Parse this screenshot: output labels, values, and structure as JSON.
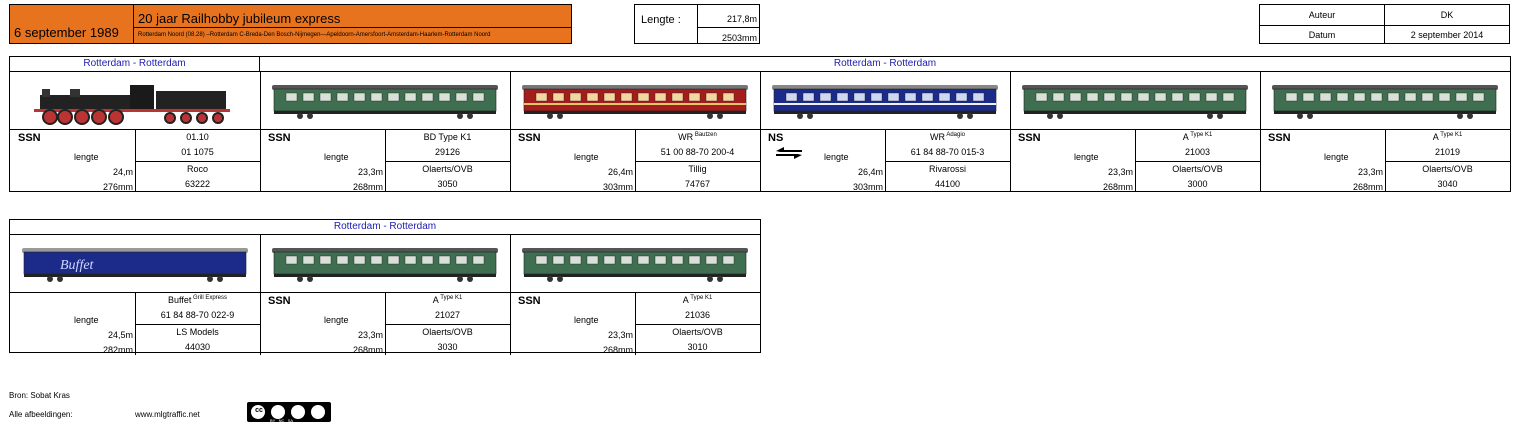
{
  "header": {
    "date": "6 september 1989",
    "title": "20 jaar Railhobby jubileum express",
    "route": "Rotterdam Noord (08.28) –Rotterdam C-Breda-Den Bosch-Nijmegen—Apeldoorn-Amersfoort-Amsterdam-Haarlem-Rotterdam Noord"
  },
  "length": {
    "label": "Lengte :",
    "real": "217,8m",
    "model": "2503mm"
  },
  "author": {
    "auteur_label": "Auteur",
    "auteur_value": "DK",
    "datum_label": "Datum",
    "datum_value": "2 september 2014"
  },
  "colors": {
    "orange": "#e8731e",
    "route_blue": "#1b1bb0",
    "ssn_green": "#3f6f50",
    "mitropa_red": "#a31d1d",
    "ns_blue": "#1c2a8a"
  },
  "row1": {
    "route_left": "Rotterdam - Rotterdam",
    "route_right": "Rotterdam - Rotterdam",
    "vehicles": [
      {
        "owner": "SSN",
        "type": "01.10",
        "typesup": "",
        "number": "01 1075",
        "lengte": "lengte",
        "len_m": "24,m",
        "len_mm": "276mm",
        "maker": "Roco",
        "art": "63222",
        "icon": "steam-locomotive"
      },
      {
        "owner": "SSN",
        "type": "BD Type K1",
        "typesup": "",
        "number": "29126",
        "lengte": "lengte",
        "len_m": "23,3m",
        "len_mm": "268mm",
        "maker": "Olaerts/OVB",
        "art": "3050",
        "icon": "green-coach"
      },
      {
        "owner": "SSN",
        "type": "WR",
        "typesup": "Bautzen",
        "number": "51 00 88-70 200-4",
        "lengte": "lengte",
        "len_m": "26,4m",
        "len_mm": "303mm",
        "maker": "Tillig",
        "art": "74767",
        "icon": "mitropa-dining-car"
      },
      {
        "owner": "NS",
        "type": "WR",
        "typesup": "Adagio",
        "number": "61 84 88-70 015-3",
        "lengte": "lengte",
        "len_m": "26,4m",
        "len_mm": "303mm",
        "maker": "Rivarossi",
        "art": "44100",
        "icon": "ns-blue-coach"
      },
      {
        "owner": "SSN",
        "type": "A",
        "typesup": "Type K1",
        "number": "21003",
        "lengte": "lengte",
        "len_m": "23,3m",
        "len_mm": "268mm",
        "maker": "Olaerts/OVB",
        "art": "3000",
        "icon": "green-coach"
      },
      {
        "owner": "SSN",
        "type": "A",
        "typesup": "Type K1",
        "number": "21019",
        "lengte": "lengte",
        "len_m": "23,3m",
        "len_mm": "268mm",
        "maker": "Olaerts/OVB",
        "art": "3040",
        "icon": "green-coach"
      }
    ]
  },
  "row2": {
    "route": "Rotterdam - Rotterdam",
    "vehicles": [
      {
        "owner": "",
        "type": "Buffet",
        "typesup": "Grill Express",
        "number": "61 84 88-70 022-9",
        "lengte": "lengte",
        "len_m": "24,5m",
        "len_mm": "282mm",
        "maker": "LS Models",
        "art": "44030",
        "icon": "buffet-coach"
      },
      {
        "owner": "SSN",
        "type": "A",
        "typesup": "Type K1",
        "number": "21027",
        "lengte": "lengte",
        "len_m": "23,3m",
        "len_mm": "268mm",
        "maker": "Olaerts/OVB",
        "art": "3030",
        "icon": "green-coach"
      },
      {
        "owner": "SSN",
        "type": "A",
        "typesup": "Type K1",
        "number": "21036",
        "lengte": "lengte",
        "len_m": "23,3m",
        "len_mm": "268mm",
        "maker": "Olaerts/OVB",
        "art": "3010",
        "icon": "green-coach"
      }
    ]
  },
  "footer": {
    "bron": "Bron: Sobat Kras",
    "afbeeldingen": "Alle afbeeldingen:",
    "site": "www.mlgtraffic.net",
    "cc_label": "cc",
    "cc_sub": "BY   NC   SA"
  }
}
